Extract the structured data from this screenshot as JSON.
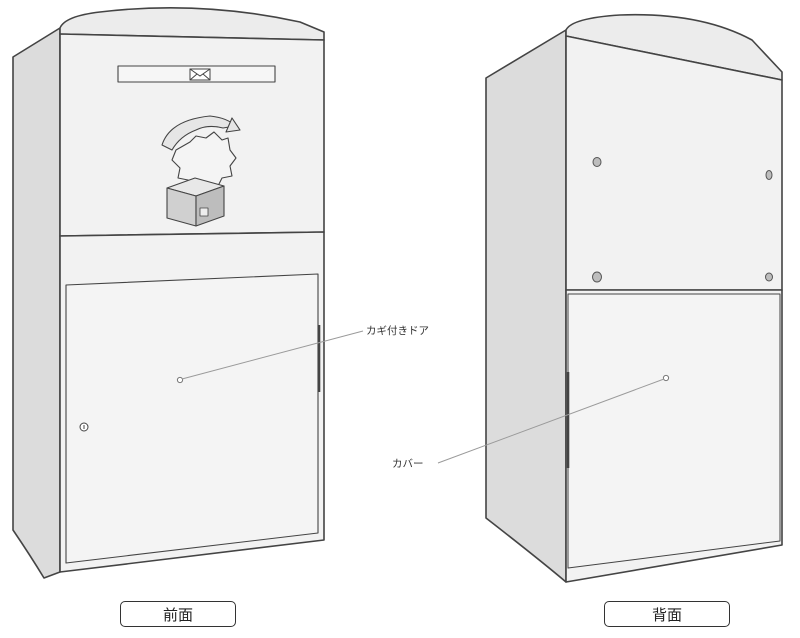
{
  "front_view": {
    "caption": "前面",
    "callout_locked_door": "カギ付きドア"
  },
  "back_view": {
    "caption": "背面",
    "callout_cover": "カバー"
  },
  "colors": {
    "outline": "#444444",
    "panel_face": "#f2f2f2",
    "panel_side": "#dcdcdc",
    "leader_line": "#9a9a9a",
    "bolt": "#bdbdbd"
  }
}
